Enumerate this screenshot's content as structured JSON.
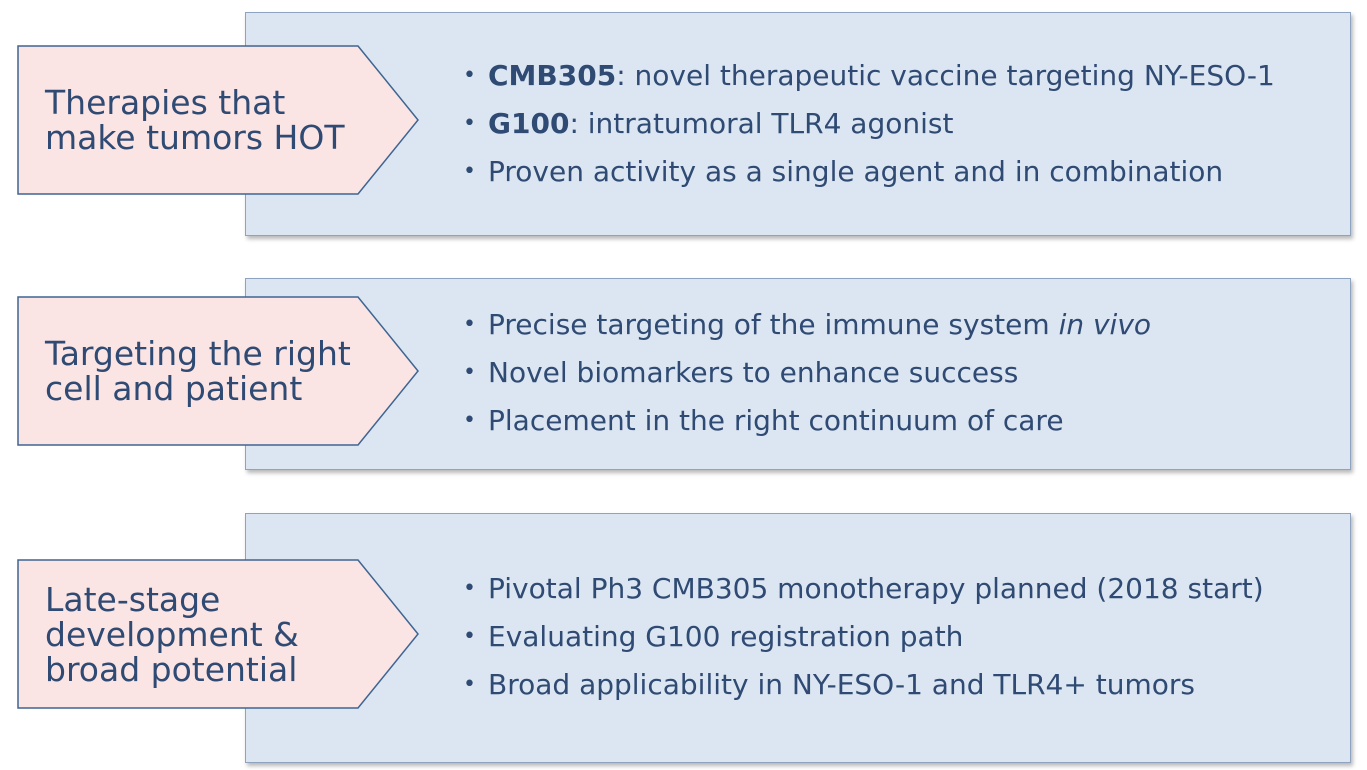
{
  "colors": {
    "panel_fill": "#dce6f2",
    "panel_border": "#8ea3c0",
    "arrow_fill": "#fbe4e4",
    "arrow_border": "#3e6592",
    "text": "#2f4a73"
  },
  "bullet_glyph": "•",
  "sections": [
    {
      "title_lines": [
        "Therapies that",
        "make tumors HOT"
      ],
      "bullets": [
        {
          "bold": "CMB305",
          "text": ": novel therapeutic vaccine targeting NY-ESO-1"
        },
        {
          "bold": "G100",
          "text": ": intratumoral TLR4 agonist"
        },
        {
          "text": "Proven activity as a single agent and in combination"
        }
      ]
    },
    {
      "title_lines": [
        "Targeting the right",
        "cell and patient"
      ],
      "bullets": [
        {
          "text": "Precise targeting of the immune system ",
          "italic": "in vivo"
        },
        {
          "text": "Novel biomarkers to enhance success"
        },
        {
          "text": "Placement in the right continuum of care"
        }
      ]
    },
    {
      "title_lines": [
        "Late-stage",
        "development &",
        "broad potential"
      ],
      "bullets": [
        {
          "text": "Pivotal Ph3 CMB305 monotherapy planned (2018 start)"
        },
        {
          "text": "Evaluating G100 registration path"
        },
        {
          "text": "Broad applicability in NY-ESO-1 and TLR4+ tumors"
        }
      ]
    }
  ]
}
